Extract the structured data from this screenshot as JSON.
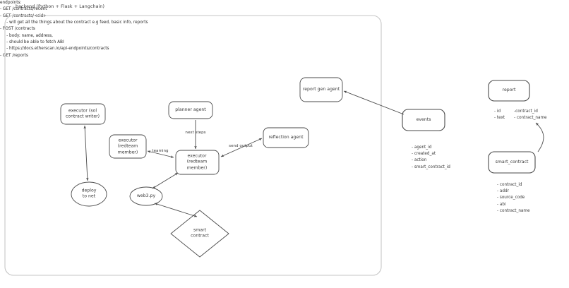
{
  "title": "backend (Python + Flask + Langchain)",
  "endpoints": {
    "heading": "endpoints:",
    "lines": [
      "- GET /contracts/recent",
      "- GET /contracts/<cid>",
      "     - will get all the things about the contract e.g feed, basic info, reports",
      "- POST /contracts",
      "     - body: name, address,",
      "     - should be able to fetch ABI",
      "     - https://docs.etherscan.io/api-endpoints/contracts",
      "- GET /reports"
    ]
  },
  "nodes": {
    "executor_sol": "executor (sol\ncontract writer)",
    "deploy_to_net": "deploy\nto net",
    "executor_redteam_left": "executor\n(redteam\nmember)",
    "planner_agent": "planner agent",
    "executor_redteam_center": "executor\n(redteam\nmember)",
    "reflection_agent": "reflection agent",
    "web3py": "web3.py",
    "smart_contract_diamond": "smart\ncontract",
    "report_gen_agent": "report gen agent",
    "events": "events",
    "report": "report",
    "smart_contract_entity": "smart_contract"
  },
  "edge_labels": {
    "next_steps": "next steps",
    "teaming": "teaming",
    "send_output": "send output"
  },
  "entities": {
    "events_fields": [
      "- agent_id",
      "- created_at",
      "- action",
      "- smart_contract_id"
    ],
    "report_fields_left": [
      "- id",
      "- text"
    ],
    "report_fields_right": [
      "-contract_id",
      "- contract_name"
    ],
    "smart_contract_fields": [
      "- contract_id",
      "- addr",
      "- source_code",
      "- abi",
      "- contract_name"
    ]
  },
  "colors": {
    "stroke": "#4a4a4a",
    "container_border": "#c9c9c9",
    "background": "#ffffff",
    "text": "#3a3a3a"
  }
}
